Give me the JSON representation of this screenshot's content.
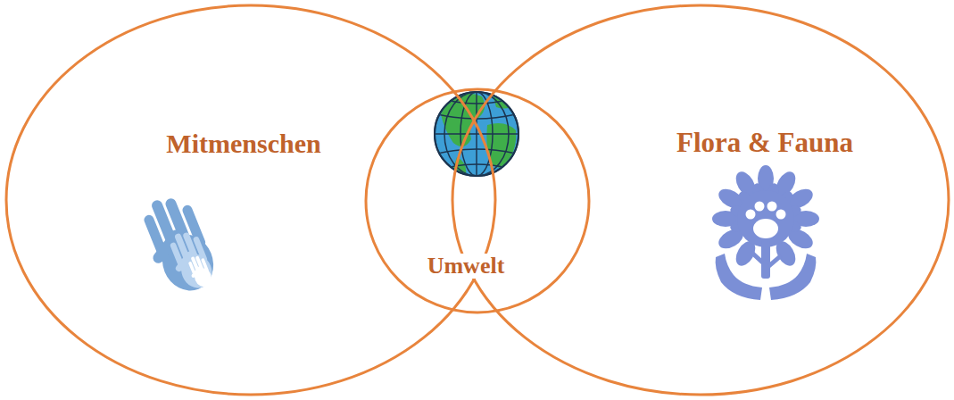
{
  "diagram": {
    "nodes": [
      {
        "text": [
          "Mitmenschen"
        ]
      },
      {
        "text": [
          "Umwelt"
        ]
      },
      {
        "text": [
          "Flora & Fauna"
        ]
      }
    ]
  }
}
